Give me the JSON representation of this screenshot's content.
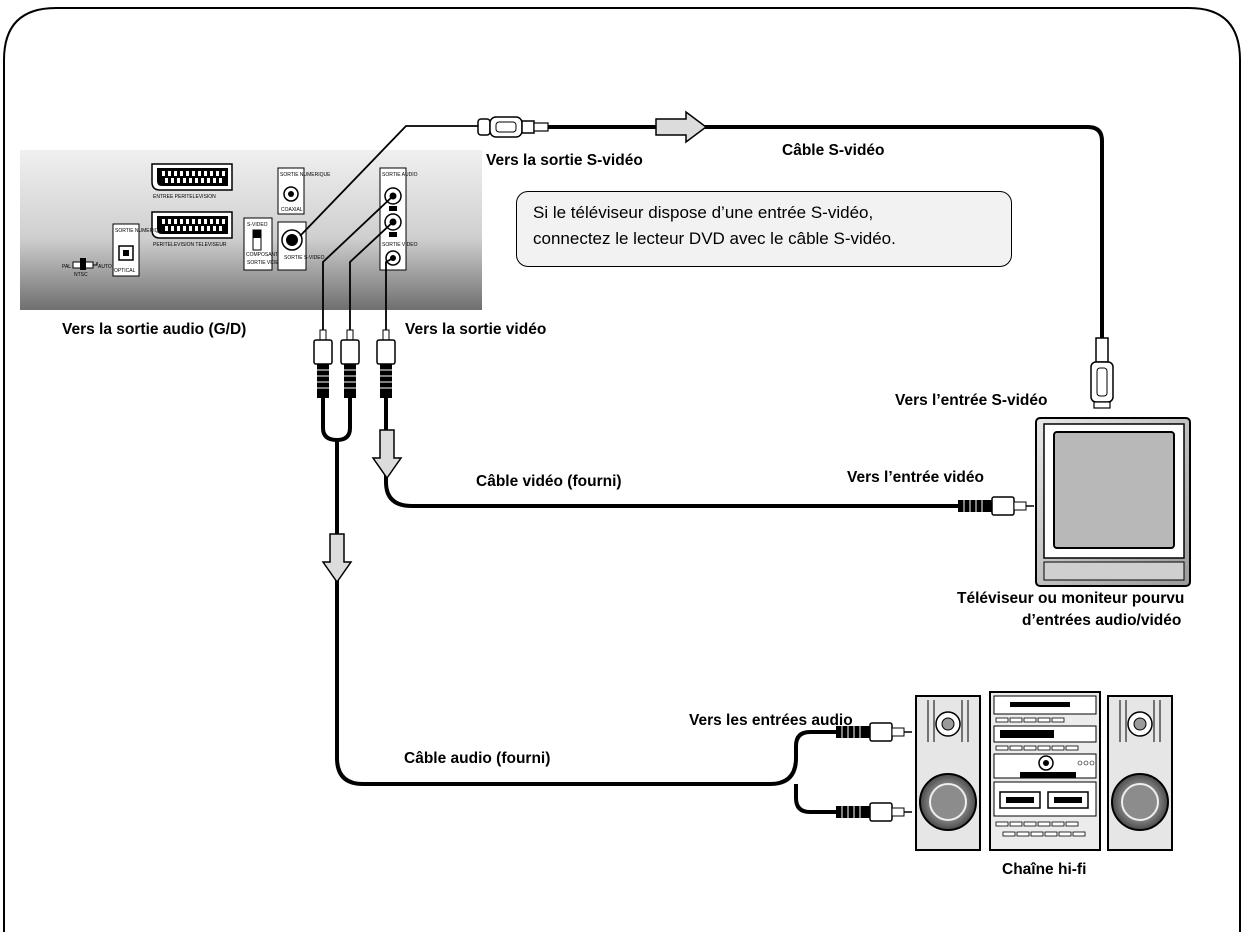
{
  "labels": {
    "svideo_output": "Vers la sortie S-vidéo",
    "svideo_cable": "Câble S-vidéo",
    "note_line1": "Si le téléviseur dispose d’une entrée S-vidéo,",
    "note_line2": "connectez le lecteur DVD avec le câble S-vidéo.",
    "audio_output": "Vers la sortie audio (G/D)",
    "video_output": "Vers la sortie vidéo",
    "svideo_input": "Vers l’entrée S-vidéo",
    "video_cable": "Câble vidéo (fourni)",
    "video_input": "Vers l’entrée vidéo",
    "tv_line1": "Téléviseur ou moniteur pourvu",
    "tv_line2": "d’entrées audio/vidéo",
    "audio_inputs": "Vers les entrées audio",
    "audio_cable": "Câble audio (fourni)",
    "hifi": "Chaîne hi-fi"
  },
  "panel_labels": {
    "scart_tv": "ENTREE PERITELEVISION",
    "scart_vcr": "PERITELEVISION TELEVISEUR",
    "digital_coax": "SORTIE NUMERIQUE",
    "coaxial": "COAXIAL",
    "digital_opt": "SORTIE NUMERIQUE",
    "optical": "OPTICAL",
    "switch_svideo": "S-VIDEO",
    "switch_component": "COMPOSANTE",
    "sortie_video": "SORTIE VIDEO",
    "svideo_jack": "SORTIE S-VIDEO",
    "audio_out": "SORTIE AUDIO",
    "video_out": "SORTIE VIDEO",
    "pal": "PAL",
    "auto": "AUTO",
    "ntsc": "NTSC"
  },
  "colors": {
    "cable": "#000000",
    "panel_top": "#f0f0f0",
    "panel_bottom": "#6f6f6f",
    "arrow_fill": "#dcdcdc"
  }
}
